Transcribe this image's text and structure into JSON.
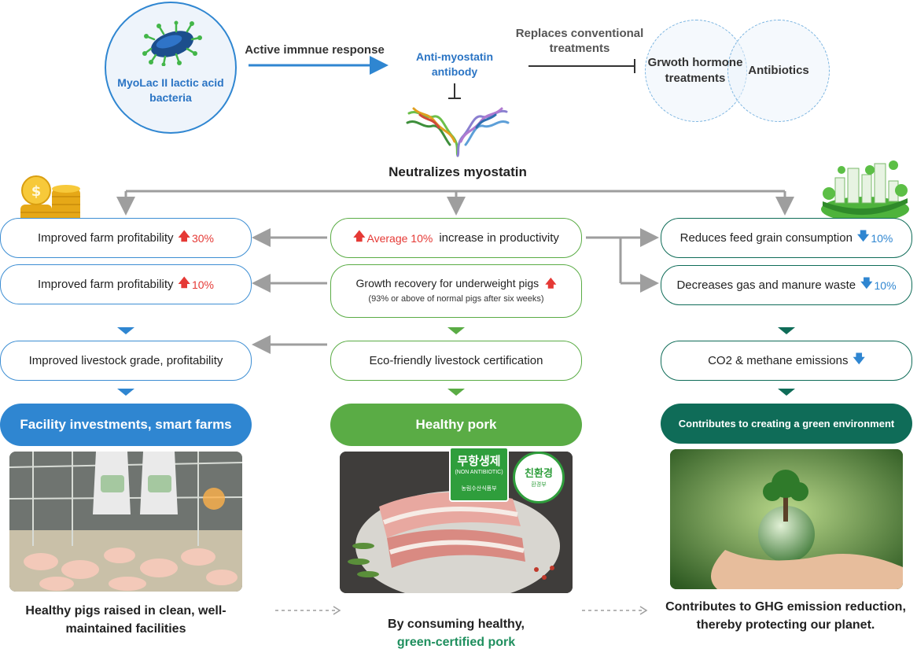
{
  "top": {
    "bacteria_label": "MyoLac II lactic acid bacteria",
    "active_response": "Active immnue response",
    "antibody_label": "Anti-myostatin antibody",
    "replaces_label": "Replaces conventional treatments",
    "hormone_label": "Grwoth hormone treatments",
    "antibiotics_label": "Antibiotics",
    "neutralizes_label": "Neutralizes myostatin"
  },
  "left": {
    "profit1_text": "Improved farm profitability",
    "profit1_value": "30%",
    "profit2_text": "Improved farm profitability",
    "profit2_value": "10%",
    "grade_text": "Improved livestock grade, profitability",
    "header": "Facility investments, smart farms",
    "caption": "Healthy pigs raised in clean, well-maintained facilities"
  },
  "center": {
    "avg_value": "Average 10%",
    "avg_text": "increase in productivity",
    "growth_text": "Growth recovery for underweight pigs",
    "growth_sub": "(93% or above of normal pigs after six weeks)",
    "eco_text": "Eco-friendly livestock certification",
    "header": "Healthy pork",
    "caption_line1": "By consuming healthy,",
    "caption_line2": "green-certified pork",
    "badge1_title": "무항생제",
    "badge1_sub": "(NON ANTIBIOTIC)",
    "badge1_footer": "농림수산식품부",
    "badge2_title": "친환경",
    "badge2_sub": "환경부"
  },
  "right": {
    "feed_text": "Reduces feed grain consumption",
    "feed_value": "10%",
    "gas_text": "Decreases gas and manure waste",
    "gas_value": "10%",
    "co2_text": "CO2 & methane emissions",
    "header": "Contributes to creating a green environment",
    "caption": "Contributes to GHG emission reduction, thereby protecting our planet."
  },
  "colors": {
    "blue": "#2f86d1",
    "green": "#5aac45",
    "teal": "#0f6c58",
    "red": "#e53935",
    "arrow_gray": "#9e9e9e"
  }
}
